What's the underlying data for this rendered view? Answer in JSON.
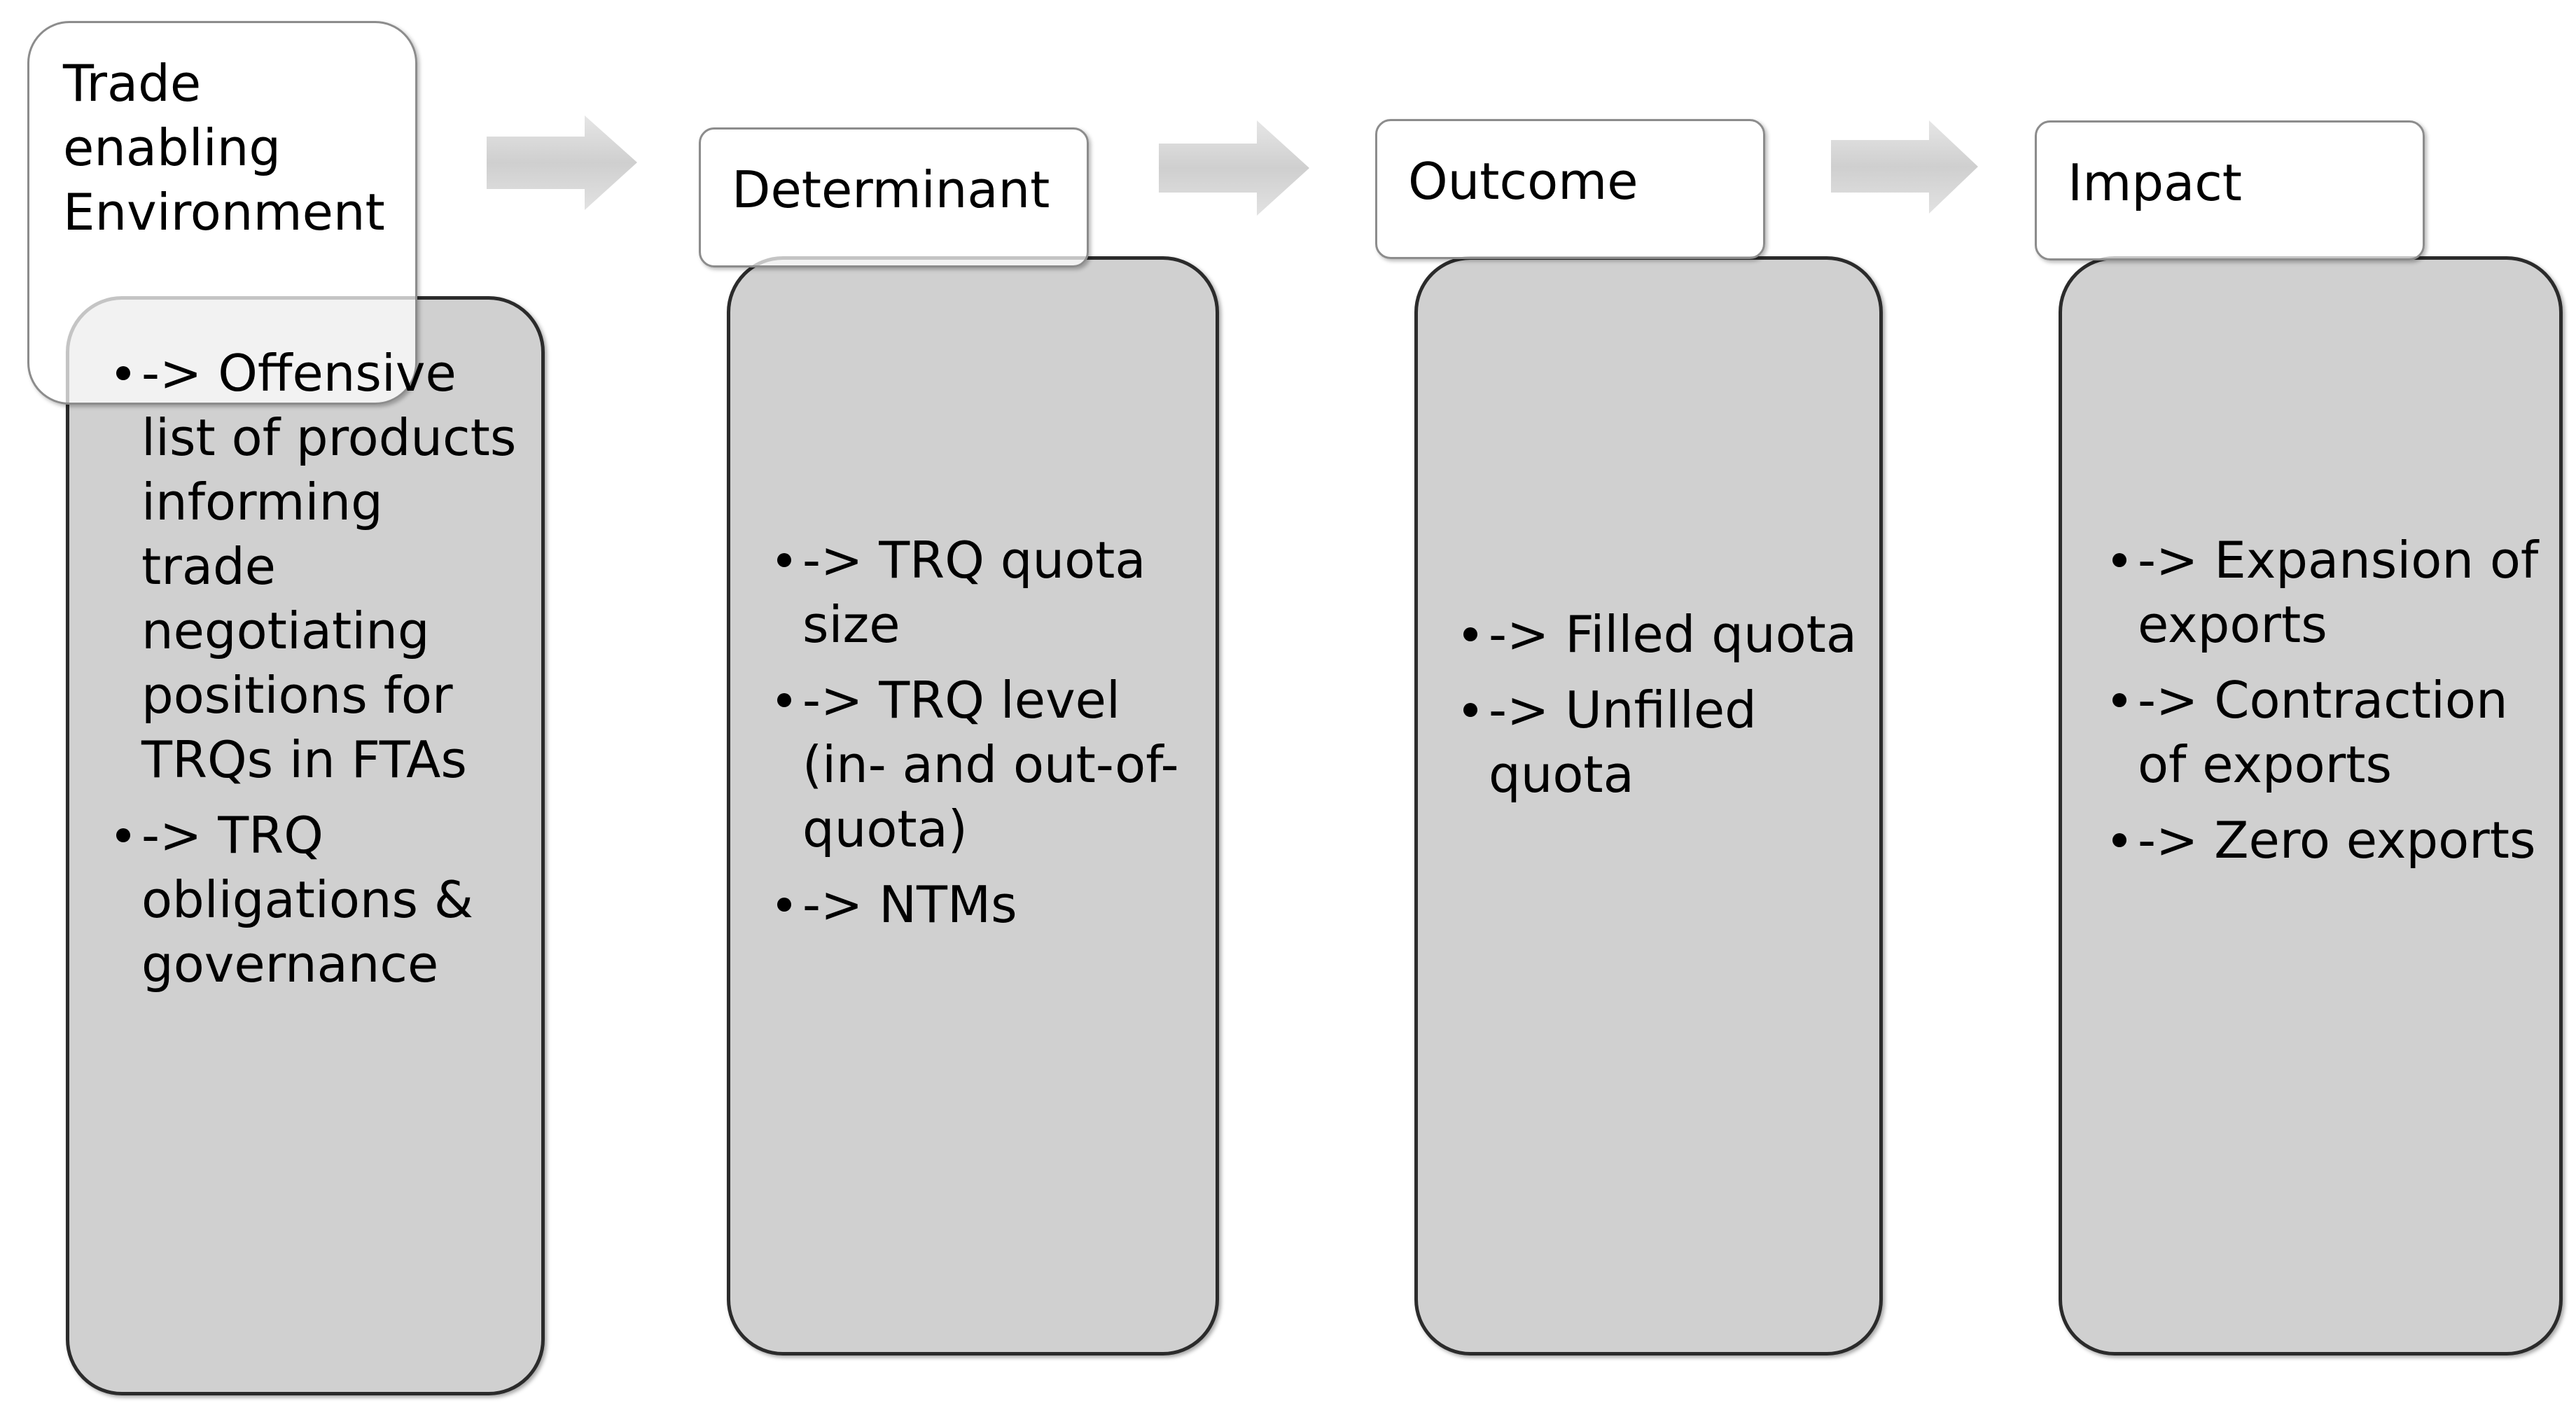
{
  "colors": {
    "panel_fill": "#d0d0d0",
    "panel_border": "#2b2b2b",
    "header_border": "#8c8c8c",
    "arrow_fill": "#d3d3d3"
  },
  "stages": [
    {
      "header": "Trade enabling Environment",
      "items": [
        "-> Offensive list of products informing trade negotiating positions for TRQs in FTAs",
        "->  TRQ obligations & governance"
      ]
    },
    {
      "header": "Determinant",
      "items": [
        "-> TRQ quota size",
        "-> TRQ level (in- and out-of-quota)",
        "-> NTMs"
      ]
    },
    {
      "header": "Outcome",
      "items": [
        "-> Filled quota",
        "-> Unfilled quota"
      ]
    },
    {
      "header": "Impact",
      "items": [
        "-> Expansion of exports",
        "-> Contraction of exports",
        "-> Zero exports"
      ]
    }
  ]
}
